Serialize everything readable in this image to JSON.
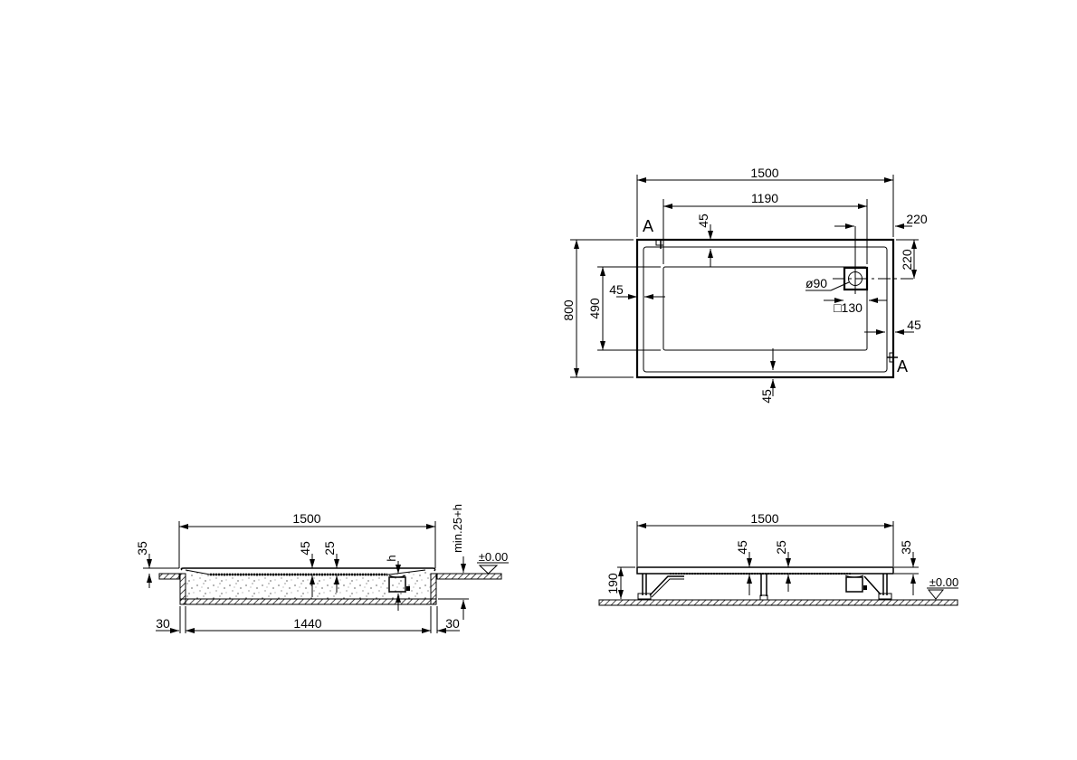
{
  "plan_view": {
    "overall_length": "1500",
    "inner_length": "1190",
    "overall_width": "800",
    "inner_width": "490",
    "rim_top": "45",
    "rim_left": "45",
    "rim_right": "45",
    "rim_bottom": "45",
    "drain_offset_x": "220",
    "drain_offset_y": "220",
    "drain_diameter": "ø90",
    "drain_square": "□130",
    "section_mark_1": "A",
    "section_mark_2": "A"
  },
  "section_recessed": {
    "overall_length": "1500",
    "inner_length": "1440",
    "left_gap": "30",
    "right_gap": "30",
    "rim_height": "35",
    "depth_45": "45",
    "depth_25": "25",
    "drain_h": "h",
    "min_depth": "min.25+h",
    "floor_level": "±0.00"
  },
  "section_raised": {
    "overall_length": "1500",
    "height": "190",
    "depth_45": "45",
    "depth_25": "25",
    "rim_height": "35",
    "floor_level": "±0.00"
  }
}
